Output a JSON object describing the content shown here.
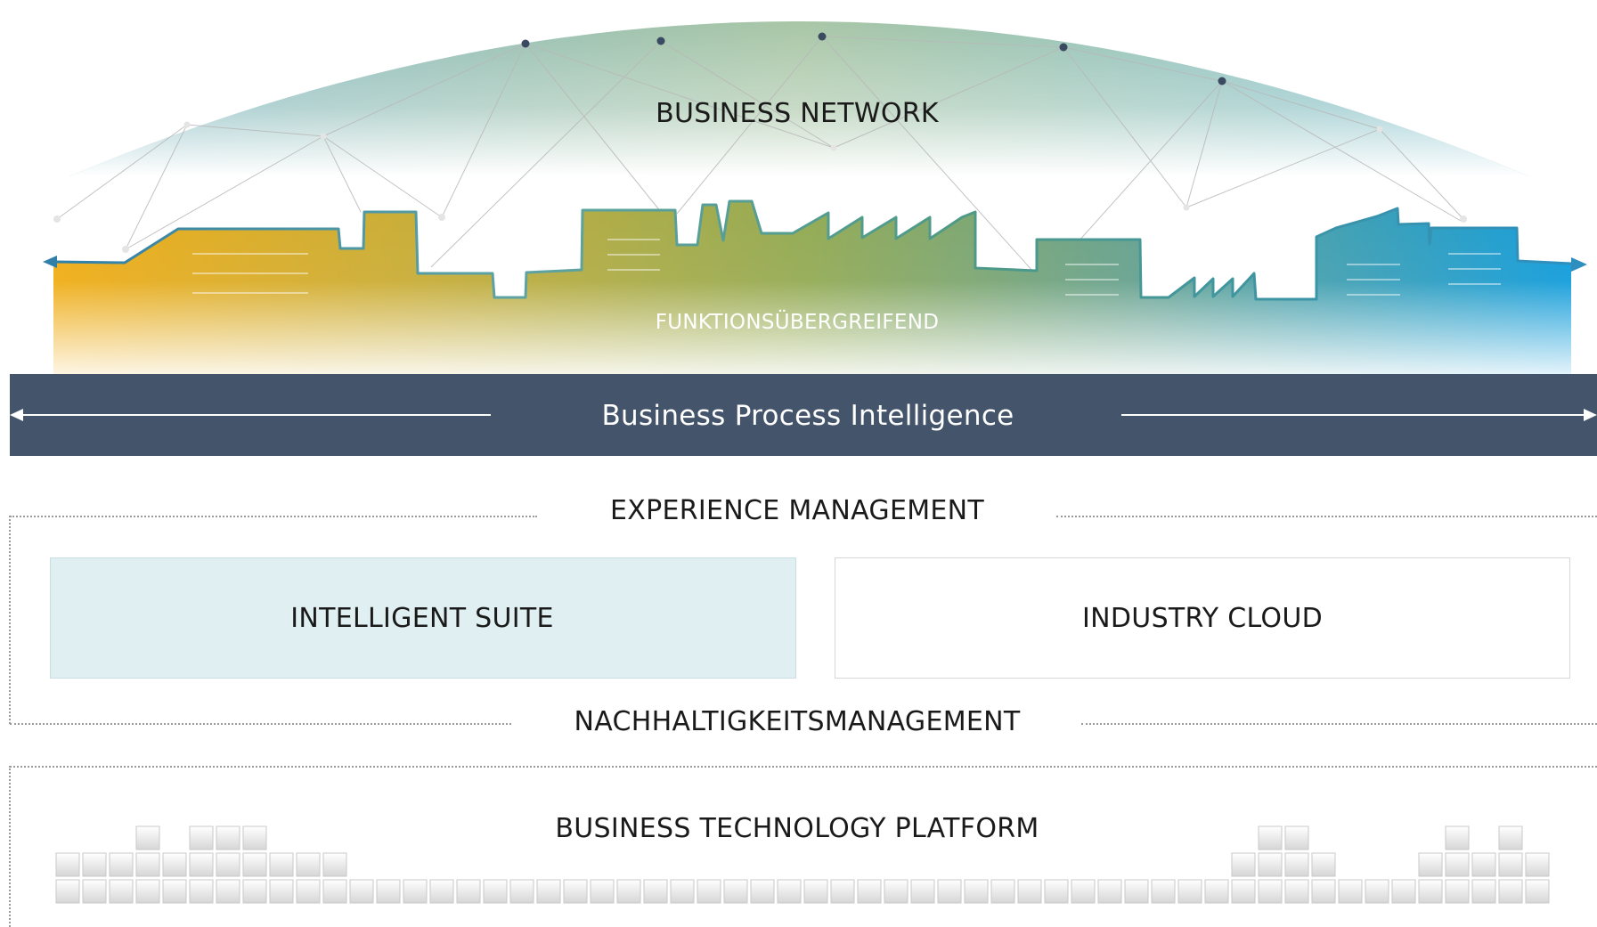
{
  "labels": {
    "business_network": "BUSINESS NETWORK",
    "cross_functional": "FUNKTIONSÜBERGREIFEND",
    "bpi": "Business Process Intelligence",
    "experience": "EXPERIENCE MANAGEMENT",
    "suite": "INTELLIGENT SUITE",
    "cloud": "INDUSTRY CLOUD",
    "sustainability": "NACHHALTIGKEITSMANAGEMENT",
    "btp": "BUSINESS TECHNOLOGY PLATFORM"
  },
  "colors": {
    "bpi_band": "#44546b",
    "skyline_left": "#f0ad17",
    "skyline_mid": "#8faa4e",
    "skyline_right": "#139ddb",
    "suite_fill": "#e0eff2"
  },
  "icons": [
    "network-node-icon",
    "factory-skyline-icon",
    "double-arrow-icon",
    "platform-block-icon"
  ]
}
